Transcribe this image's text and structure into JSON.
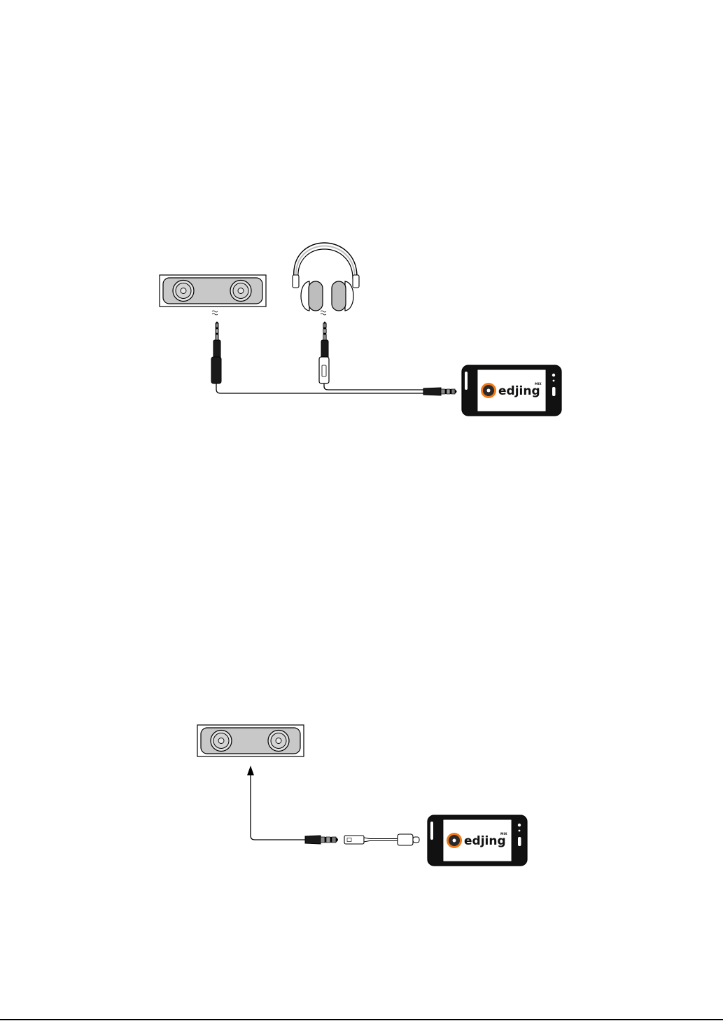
{
  "diagram_1": {
    "phone": {
      "logo_text": "edjing",
      "logo_superscript": "MIX"
    }
  },
  "diagram_2": {
    "phone": {
      "logo_text": "edjing",
      "logo_superscript": "MIX"
    }
  },
  "colors": {
    "line": "#000000",
    "speaker_body": "#c8c8c8",
    "headphone_gray": "#bdbdbd",
    "phone_body": "#111111",
    "logo_orange": "#f07a1a"
  },
  "footer_rule": true
}
